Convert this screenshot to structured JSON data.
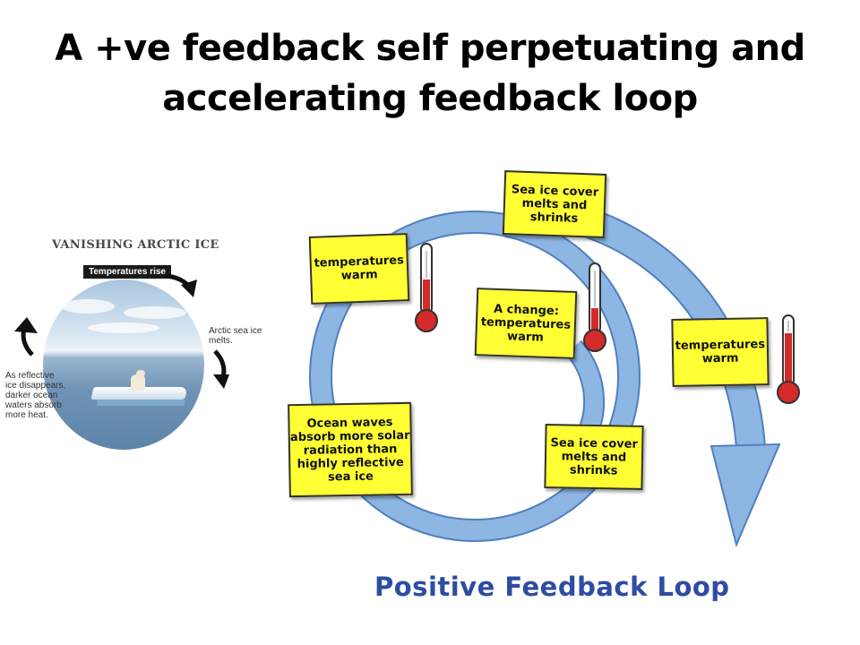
{
  "title": {
    "line1": "A +ve feedback self perpetuating and",
    "line2": "accelerating feedback loop"
  },
  "arctic_graphic": {
    "heading": "VANISHING ARCTIC ICE",
    "tag": "Temperatures rise",
    "right_note": [
      "Arctic sea ice",
      "melts."
    ],
    "left_note": [
      "As reflective",
      "ice disappears,",
      "darker ocean",
      "waters absorb",
      "more heat."
    ]
  },
  "diagram": {
    "boxes": {
      "sea_ice_top": [
        "Sea ice cover",
        "melts and",
        "shrinks"
      ],
      "temps_warm_left": [
        "temperatures",
        "warm"
      ],
      "a_change": [
        "A change:",
        "temperatures",
        "warm"
      ],
      "temps_warm_right": [
        "temperatures",
        "warm"
      ],
      "sea_ice_bottom": [
        "Sea ice cover",
        "melts and",
        "shrinks"
      ],
      "ocean_waves": [
        "Ocean waves",
        "absorb more solar",
        "radiation than",
        "highly reflective",
        "sea ice"
      ]
    },
    "label": "Positive Feedback Loop",
    "colors": {
      "box_fill": "#ffff33",
      "arrow_fill": "#8eb6e3",
      "arrow_stroke": "#4f7fc0",
      "mercury": "#d42a2a",
      "label": "#2d4ca3"
    },
    "icons": [
      "thermometer-icon",
      "curved-arrow-icon"
    ]
  }
}
